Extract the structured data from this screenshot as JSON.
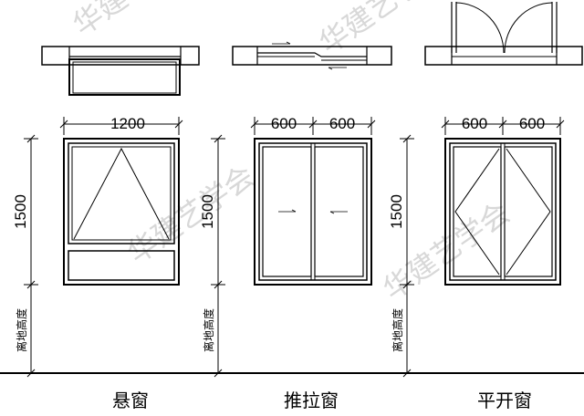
{
  "watermark": "华建艺学会",
  "windows": [
    {
      "name": "悬窗",
      "width_label": "1200",
      "height_label": "1500",
      "sill_label": "离地高度"
    },
    {
      "name": "推拉窗",
      "width_labels": [
        "600",
        "600"
      ],
      "height_label": "1500",
      "sill_label": "离地高度"
    },
    {
      "name": "平开窗",
      "width_labels": [
        "600",
        "600"
      ],
      "height_label": "1500",
      "sill_label": "离地高度"
    }
  ]
}
